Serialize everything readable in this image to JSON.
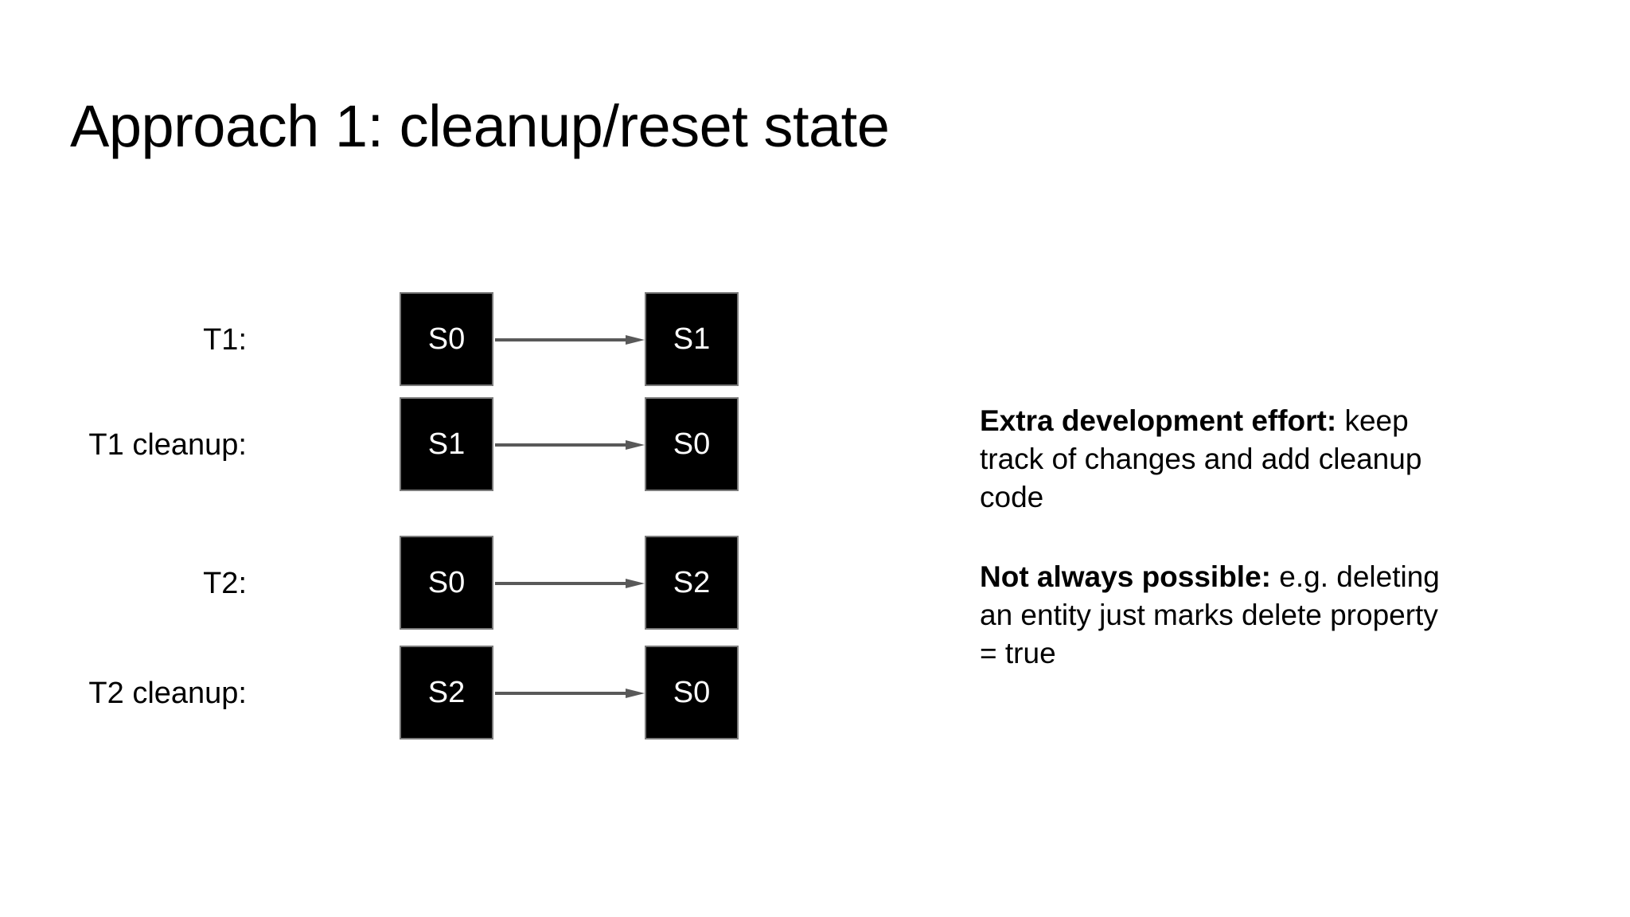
{
  "slide": {
    "title": "Approach 1: cleanup/reset state",
    "background_color": "#ffffff",
    "text_color": "#000000"
  },
  "diagram": {
    "box_fill_color": "#000000",
    "box_border_color": "#7b7b7b",
    "box_text_color": "#ffffff",
    "arrow_color": "#595959",
    "rows": [
      {
        "label": "T1:",
        "from_state": "S0",
        "to_state": "S1",
        "arrow": "right-arrow"
      },
      {
        "label": "T1 cleanup:",
        "from_state": "S1",
        "to_state": "S0",
        "arrow": "right-arrow"
      },
      {
        "label": "T2:",
        "from_state": "S0",
        "to_state": "S2",
        "arrow": "right-arrow"
      },
      {
        "label": "T2 cleanup:",
        "from_state": "S2",
        "to_state": "S0",
        "arrow": "right-arrow"
      }
    ]
  },
  "notes": [
    {
      "lead": "Extra development effort:",
      "body": " keep track of changes and add cleanup code"
    },
    {
      "lead": "Not always possible:",
      "body": " e.g. deleting an entity just marks delete property = true"
    }
  ]
}
